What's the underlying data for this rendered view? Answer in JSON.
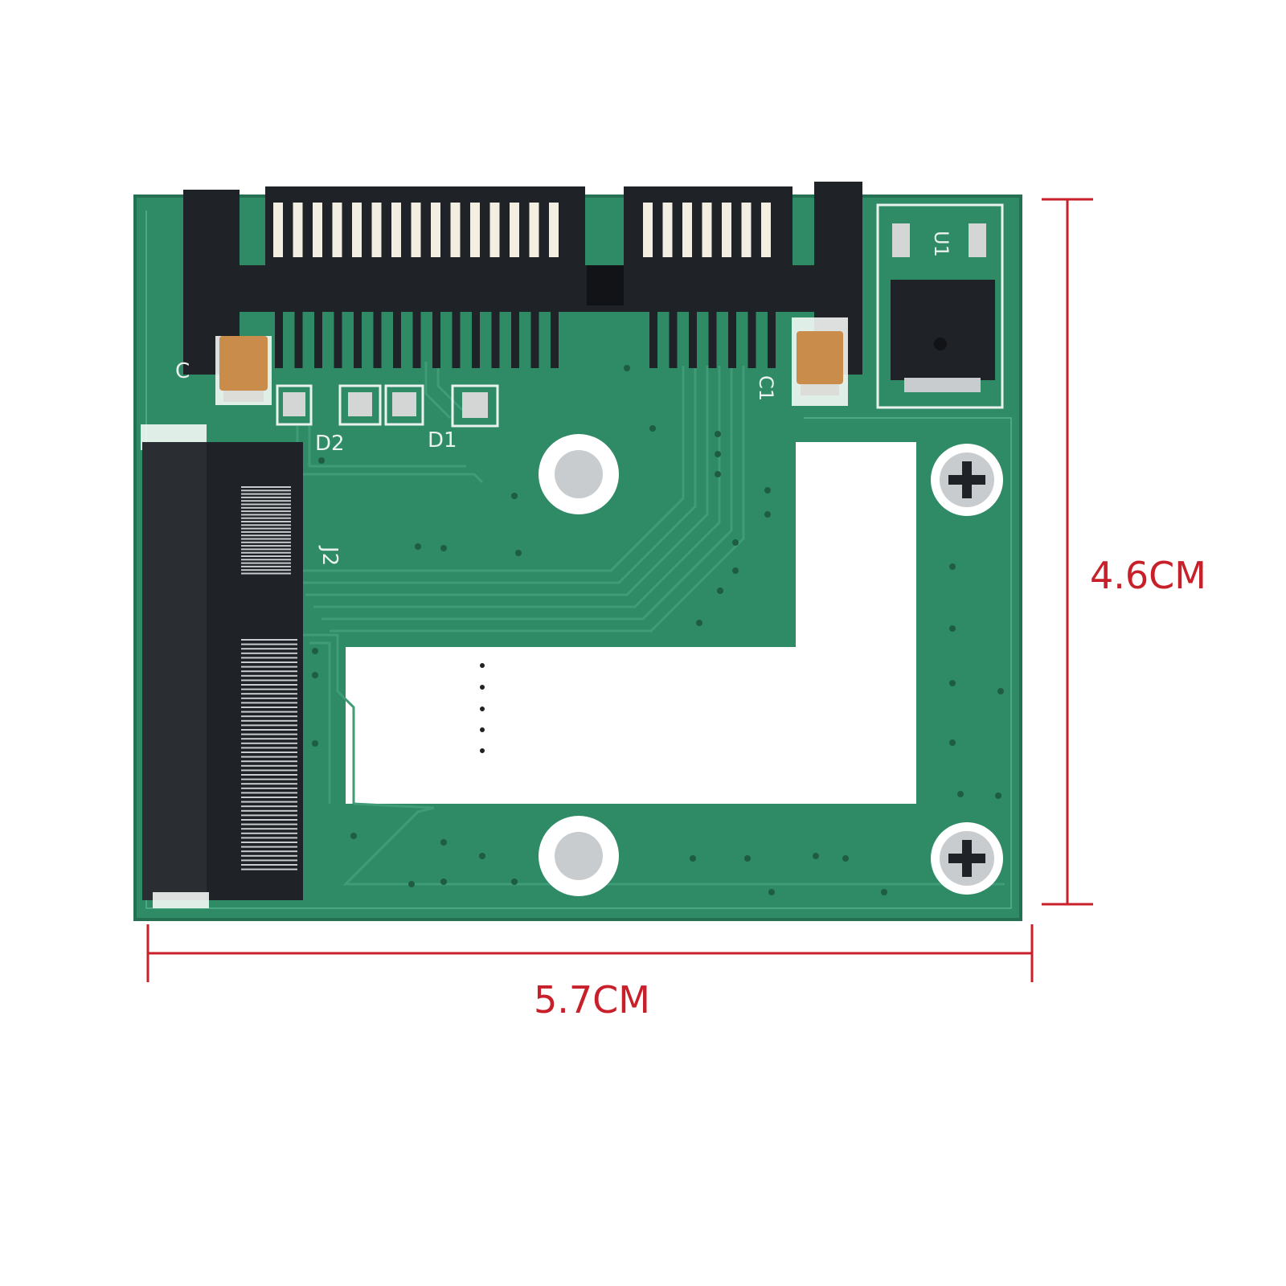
{
  "colors": {
    "background": "#ffffff",
    "pcb_green": "#2f8a66",
    "pcb_green_dark": "#256f52",
    "pcb_trace": "#3f9c77",
    "silkscreen": "#e9f2ee",
    "connector_black": "#1f2226",
    "connector_shadow": "#111316",
    "gold_pin": "#f2efe2",
    "capacitor_tan": "#c98c4a",
    "screw_silver": "#c9ccce",
    "dimension_red": "#c8202a"
  },
  "board": {
    "silkscreen": {
      "d2": "D2",
      "d1": "D1",
      "j2": "J2",
      "c1": "C1",
      "c2": "C",
      "u1": "U1"
    }
  },
  "dimensions": {
    "height_label": "4.6CM",
    "width_label": "5.7CM"
  },
  "icons": {
    "screw": "phillips-screw-icon",
    "mount_hole": "mounting-hole-icon"
  }
}
